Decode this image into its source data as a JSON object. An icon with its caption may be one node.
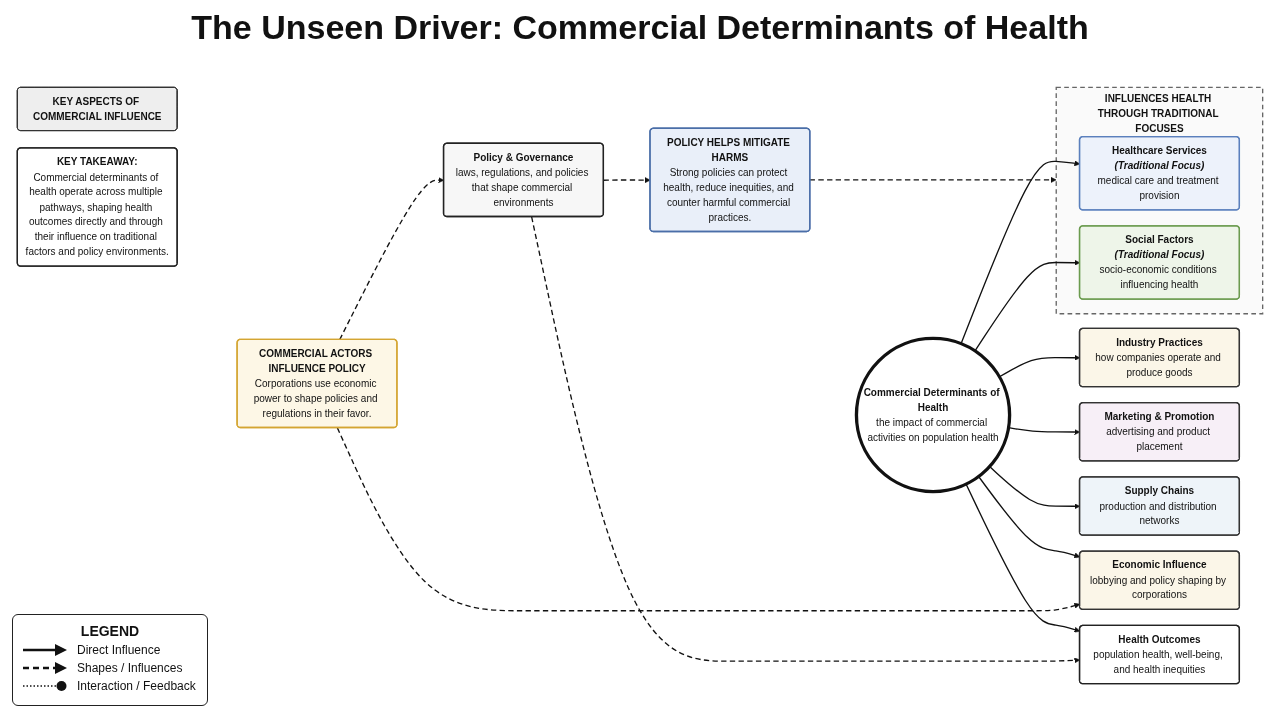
{
  "diagram": {
    "title": "The Unseen Driver: Commercial Determinants of Health",
    "nodes": [
      {
        "text": [
          "INFLUENCES HEALTH THROUGH TRADITIONAL FOCUSES"
        ]
      },
      {
        "text": [
          "Healthcare Services",
          "(Traditional Focus)",
          "medical care and treatment provision"
        ],
        "in": 0
      },
      {
        "text": [
          "Social Factors",
          "(Traditional Focus)",
          "socio-economic conditions influencing health"
        ],
        "in": 0
      },
      {
        "text": [
          "Commercial Determinants of Health",
          "the impact of commercial activities on population health"
        ]
      },
      {
        "text": [
          "KEY ASPECTS OF COMMERCIAL INFLUENCE"
        ]
      },
      {
        "text": [
          "Industry Practices",
          "how companies operate and produce goods"
        ]
      },
      {
        "text": [
          "Marketing & Promotion",
          "advertising and product placement"
        ]
      },
      {
        "text": [
          "Supply Chains",
          "production and distribution networks"
        ]
      },
      {
        "text": [
          "Economic Influence",
          "lobbying and policy shaping by corporations"
        ]
      },
      {
        "text": [
          "Health Outcomes",
          "population health, well-being, and health inequities"
        ]
      },
      {
        "text": [
          "POLICY HELPS MITIGATE HARMS",
          "Strong policies can protect health, reduce inequities, and counter harmful commercial practices."
        ]
      },
      {
        "text": [
          "Policy & Governance",
          "laws, regulations, and policies that shape commercial environments"
        ]
      },
      {
        "text": [
          "COMMERCIAL ACTORS INFLUENCE POLICY",
          "Corporations use economic power to shape policies and regulations in their favor."
        ]
      },
      {
        "text": [
          "KEY TAKEAWAY:",
          "Commercial determinants of health operate across multiple pathways, shaping health outcomes directly and through their influence on traditional factors and policy environments."
        ]
      }
    ],
    "edges": [
      {
        "from": 3,
        "to": 1,
        "arrow": "to"
      },
      {
        "from": 3,
        "to": 2,
        "arrow": "to"
      },
      {
        "from": 3,
        "to": 9,
        "arrow": "to"
      },
      {
        "from": 3,
        "to": 5,
        "arrow": "to"
      },
      {
        "from": 3,
        "to": 6,
        "arrow": "to"
      },
      {
        "from": 3,
        "to": 7,
        "arrow": "to"
      },
      {
        "from": 3,
        "to": 8,
        "arrow": "to"
      },
      {
        "from": 12,
        "to": 8,
        "arrow": "to",
        "style": "dashed"
      },
      {
        "from": 12,
        "to": 11,
        "arrow": "to",
        "style": "dashed"
      },
      {
        "from": 11,
        "to": 9,
        "arrow": "to",
        "style": "dashed"
      },
      {
        "from": 11,
        "to": 10,
        "arrow": "to",
        "style": "dashed"
      },
      {
        "from": 10,
        "to": 0,
        "arrow": "to",
        "style": "dashed"
      }
    ],
    "labels": [
      "LEGEND"
    ],
    "legend": [
      {
        "text": "Direct Influence"
      },
      {
        "text": "Shapes / Influences"
      },
      {
        "text": "Interaction / Feedback"
      }
    ]
  }
}
